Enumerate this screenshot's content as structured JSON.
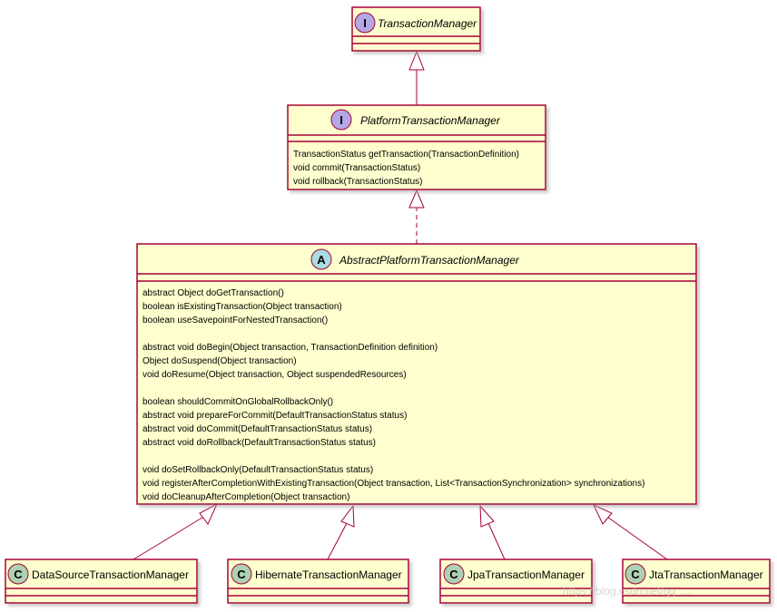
{
  "diagram": {
    "nodes": {
      "transaction_manager": {
        "kind": "I",
        "name": "TransactionManager",
        "methods": []
      },
      "platform_transaction_manager": {
        "kind": "I",
        "name": "PlatformTransactionManager",
        "methods": [
          "TransactionStatus getTransaction(TransactionDefinition)",
          "void commit(TransactionStatus)",
          "void rollback(TransactionStatus)"
        ]
      },
      "abstract_platform_transaction_manager": {
        "kind": "A",
        "name": "AbstractPlatformTransactionManager",
        "method_groups": [
          [
            "abstract Object doGetTransaction()",
            "boolean isExistingTransaction(Object transaction)",
            "boolean useSavepointForNestedTransaction()"
          ],
          [
            "abstract void doBegin(Object transaction, TransactionDefinition definition)",
            "Object doSuspend(Object transaction)",
            "void doResume(Object transaction, Object suspendedResources)"
          ],
          [
            "boolean shouldCommitOnGlobalRollbackOnly()",
            "abstract void prepareForCommit(DefaultTransactionStatus status)",
            "abstract void doCommit(DefaultTransactionStatus status)",
            "abstract void doRollback(DefaultTransactionStatus status)"
          ],
          [
            "void doSetRollbackOnly(DefaultTransactionStatus status)",
            "void registerAfterCompletionWithExistingTransaction(Object transaction, List<TransactionSynchronization> synchronizations)",
            "void doCleanupAfterCompletion(Object transaction)"
          ]
        ]
      },
      "datasource_transaction_manager": {
        "kind": "C",
        "name": "DataSourceTransactionManager"
      },
      "hibernate_transaction_manager": {
        "kind": "C",
        "name": "HibernateTransactionManager"
      },
      "jpa_transaction_manager": {
        "kind": "C",
        "name": "JpaTransactionManager"
      },
      "jta_transaction_manager": {
        "kind": "C",
        "name": "JtaTransactionManager"
      }
    },
    "watermark": "https://blog.csdn.net/qq_...",
    "colors": {
      "box_fill": "#FEFECE",
      "border": "#A80036",
      "interface_badge": "#B4A7E5",
      "abstract_badge": "#A9DCDF",
      "class_badge": "#ADD1B2"
    }
  }
}
